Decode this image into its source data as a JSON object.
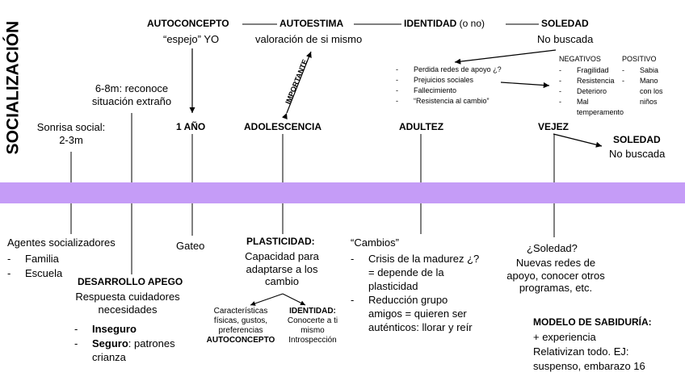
{
  "colors": {
    "band": "#c59cf7",
    "lines": "#000000"
  },
  "title": "SOCIALIZACIÓN",
  "top": {
    "autoconcepto": "AUTOCONCEPTO",
    "espejo": "“espejo” YO",
    "autoestima": "AUTOESTIMA",
    "valoracion": "valoración de si mismo",
    "identidad": "IDENTIDAD",
    "identidad_suffix": " (o no)",
    "soledad": "SOLEDAD",
    "no_buscada": "No buscada",
    "importante": "IMPORTANTE"
  },
  "adultez_list": [
    "Perdida redes de apoyo ¿?",
    "Prejuicios sociales",
    "Fallecimiento",
    "“Resistencia al cambio”"
  ],
  "negativos": {
    "title": "NEGATIVOS",
    "items": [
      "Fragilidad",
      "Resistencia",
      "Deterioro",
      "Mal temperamento"
    ]
  },
  "positivo": {
    "title": "POSITIVO",
    "items": [
      "Sabia",
      "Mano con los niños"
    ]
  },
  "stages_above": {
    "sonrisa": [
      "Sonrisa social:",
      "2-3m"
    ],
    "reconoce": [
      "6-8m: reconoce",
      "situación extraño"
    ],
    "un_ano": "1 AÑO",
    "adolescencia": "ADOLESCENCIA",
    "adultez": "ADULTEZ",
    "vejez": "VEJEZ",
    "soledad2": "SOLEDAD",
    "no_buscada2": "No buscada"
  },
  "below": {
    "agentes": "Agentes socializadores",
    "agentes_items": [
      "Familia",
      "Escuela"
    ],
    "apego_title": "DESARROLLO APEGO",
    "apego_sub": [
      "Respuesta cuidadores",
      "necesidades"
    ],
    "apego_items": [
      {
        "bold": "Inseguro",
        "rest": ""
      },
      {
        "bold": "Seguro",
        "rest": ": patrones"
      }
    ],
    "apego_cont": "crianza",
    "gateo": "Gateo",
    "plasticidad_title": "PLASTICIDAD:",
    "plasticidad": [
      "Capacidad para",
      "adaptarse a los",
      "cambio"
    ],
    "caracteristicas": [
      "Características",
      "físicas, gustos,",
      "preferencias"
    ],
    "autoconcepto": "AUTOCONCEPTO",
    "identidad_title": "IDENTIDAD:",
    "identidad_lines": [
      "Conocerte a ti",
      "mismo"
    ],
    "introspeccion": "Introspección",
    "cambios": "“Cambios”",
    "cambios_items": [
      [
        "Crisis de la madurez ¿?",
        "= depende de la",
        "plasticidad"
      ],
      [
        "Reducción grupo",
        "amigos = quieren ser",
        "auténticos: llorar y reír"
      ]
    ],
    "soledad_q": "¿Soledad?",
    "redes": [
      "Nuevas redes de",
      "apoyo, conocer otros",
      "programas, etc."
    ],
    "sabiduria_title": "MODELO DE SABIDURÍA:",
    "sabiduria": [
      "+ experiencia",
      "Relativizan todo. EJ:",
      "suspenso, embarazo 16"
    ]
  }
}
